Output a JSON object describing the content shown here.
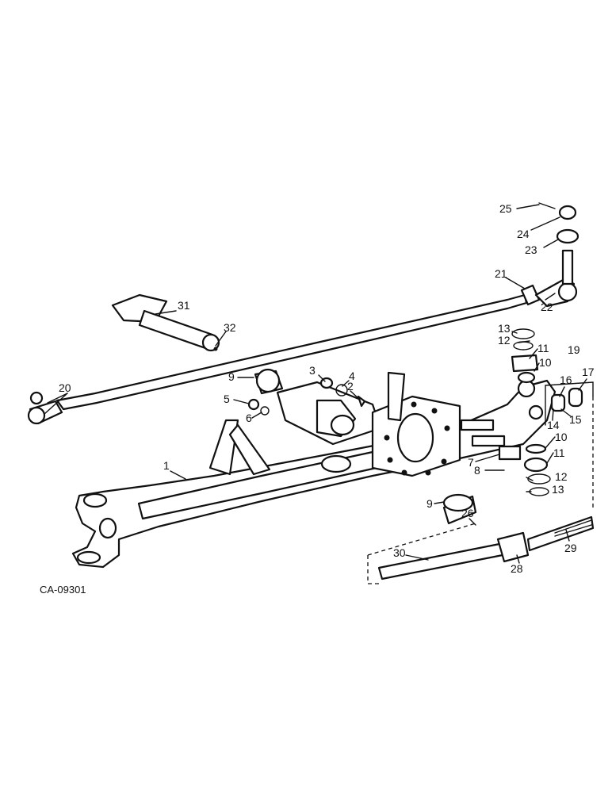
{
  "drawing_code": "CA-09301",
  "callouts": [
    "1",
    "2",
    "3",
    "4",
    "5",
    "6",
    "7",
    "8",
    "9",
    "9",
    "10",
    "10",
    "11",
    "11",
    "12",
    "12",
    "13",
    "13",
    "14",
    "15",
    "16",
    "17",
    "19",
    "20",
    "21",
    "22",
    "23",
    "24",
    "25",
    "26",
    "28",
    "29",
    "30",
    "31",
    "32"
  ]
}
